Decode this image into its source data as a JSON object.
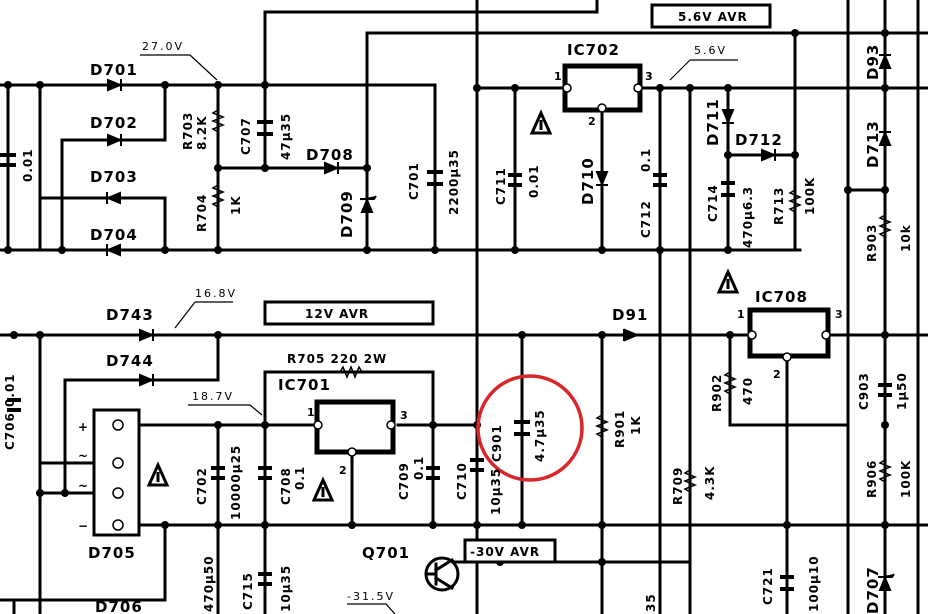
{
  "rails": {
    "r1": "5.6V AVR",
    "r2": "12V AVR",
    "r3": "-30V AVR"
  },
  "voltages": {
    "v1": "27.0V",
    "v2": "5.6V",
    "v3": "16.8V",
    "v4": "18.7V",
    "v5": "-31.5V"
  },
  "ics": {
    "ic702": "IC702",
    "ic701": "IC701",
    "ic708": "IC708",
    "q701": "Q701"
  },
  "pins": {
    "p1": "1",
    "p2": "2",
    "p3": "3"
  },
  "diodes": {
    "d701": "D701",
    "d702": "D702",
    "d703": "D703",
    "d704": "D704",
    "d705": "D705",
    "d706": "D706",
    "d708": "D708",
    "d709": "D709",
    "d710": "D710",
    "d711": "D711",
    "d712": "D712",
    "d713": "D713",
    "d93": "D93",
    "d743": "D743",
    "d744": "D744",
    "d91": "D91",
    "d707": "D707"
  },
  "parts": {
    "c_left": "0.01",
    "c706": "C706 0.01",
    "r703": "R703",
    "r703v": "8.2K",
    "r704": "R704",
    "r704v": "1K",
    "c707": "C707",
    "c707v": "47µ35",
    "c701": "C701",
    "c701v": "2200µ35",
    "c711": "C711",
    "c711v": "0.01",
    "c712": "C712",
    "c712v": "0.1",
    "c714": "C714",
    "c714v": "470µ6.3",
    "r713": "R713",
    "r713v": "100K",
    "r903": "R903",
    "r903v": "10k",
    "r705": "R705  220  2W",
    "c702": "C702",
    "c702v": "10000µ25",
    "c708": "C708",
    "c708v": "0.1",
    "c709": "C709",
    "c709v": "0.1",
    "c710": "C710",
    "c710v": "10µ35",
    "c901": "C901",
    "c901v": "4.7µ35",
    "r901": "R901",
    "r901v": "1K",
    "r709": "R709",
    "r709v": "4.3K",
    "r902": "R902",
    "r902v": "470",
    "c903": "C903",
    "c903v": "1µ50",
    "r906": "R906",
    "r906v": "100K",
    "c715": "C715",
    "c715v": "10µ35",
    "c_470": "470µ50",
    "c_35": "35",
    "c721": "C721",
    "c721v": "100µ10"
  },
  "connector": {
    "plus": "+",
    "m1": "~",
    "m2": "~",
    "minus": "−"
  },
  "colors": {
    "highlight": "#d8262b",
    "ink": "#000000"
  }
}
